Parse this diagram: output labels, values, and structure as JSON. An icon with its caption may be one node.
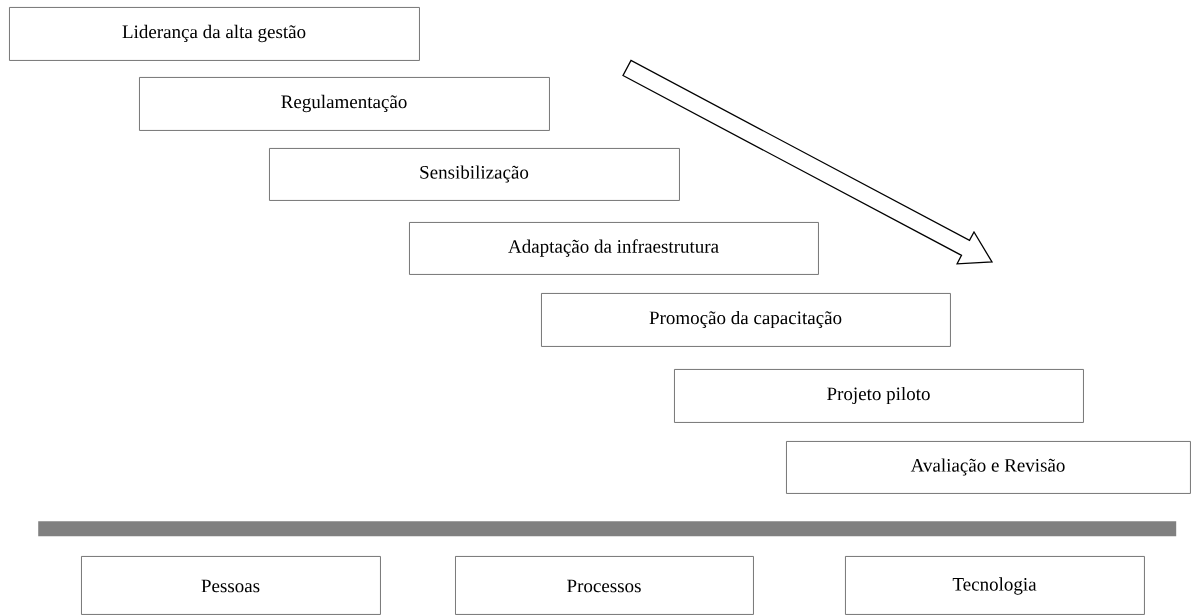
{
  "diagram": {
    "nodes": [
      {
        "text": [
          "Liderança da alta gestão"
        ]
      },
      {
        "text": [
          "Regulamentação"
        ]
      },
      {
        "text": [
          "Sensibilização"
        ]
      },
      {
        "text": [
          "Adaptação da infraestrutura"
        ]
      },
      {
        "text": [
          "Promoção da capacitação"
        ]
      },
      {
        "text": [
          "Projeto piloto"
        ]
      },
      {
        "text": [
          "Avaliação e Revisão"
        ]
      },
      {
        "text": [],
        "shape": "bar"
      },
      {
        "text": [
          "Pessoas"
        ]
      },
      {
        "text": [
          "Processos"
        ]
      },
      {
        "text": [
          "Tecnologia"
        ]
      }
    ]
  }
}
